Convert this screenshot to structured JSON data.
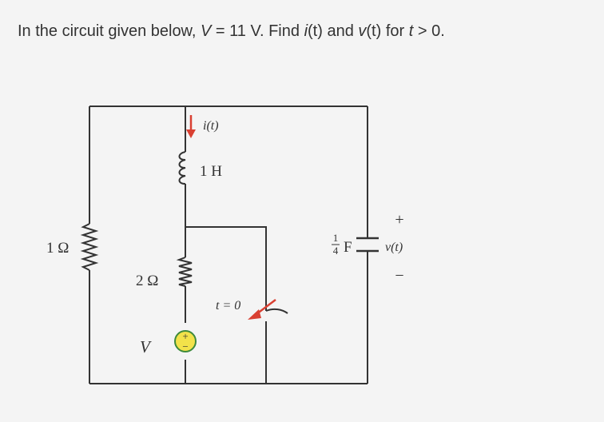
{
  "question": {
    "prefix": "In the circuit given below, ",
    "v_symbol": "V",
    "v_value": " = 11 V. Find ",
    "i_symbol": "i",
    "i_arg": "(t)",
    "and_text": " and ",
    "vt_symbol": "v",
    "vt_arg": "(t)",
    "for_text": " for ",
    "t_symbol": "t",
    "cond": " > 0."
  },
  "circuit": {
    "r1_label": "1 Ω",
    "r2_label": "2 Ω",
    "source_label": "V",
    "source_plus": "+",
    "source_minus": "−",
    "inductor_label": "1 H",
    "current_label": "i(t)",
    "cap_frac_num": "1",
    "cap_frac_den": "4",
    "cap_unit": "F",
    "cap_voltage_label": "v(t)",
    "plus_sign": "+",
    "minus_sign": "−",
    "switch_label": "t = 0"
  },
  "colors": {
    "wire": "#333333",
    "accent_red": "#d94032",
    "source_fill": "#f2e24a",
    "source_stroke": "#3e8a3c"
  }
}
